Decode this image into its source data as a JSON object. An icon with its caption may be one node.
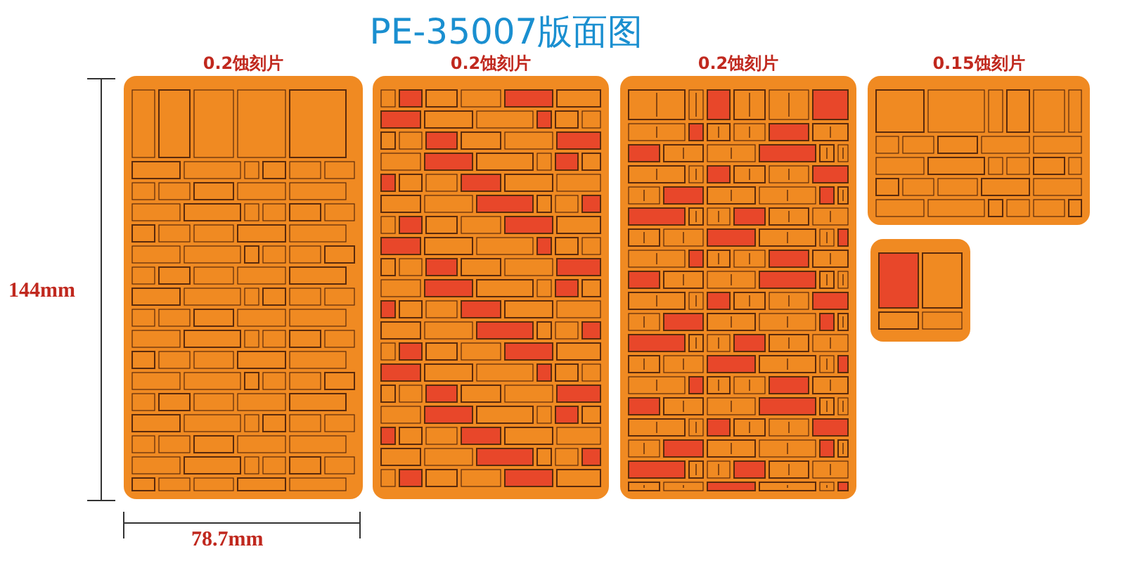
{
  "diagram": {
    "title": "PE-35007版面图",
    "nodes": [
      {
        "text": [],
        "shape": "picture",
        "beside": [
          "0.2蚀刻片"
        ]
      },
      {
        "text": [],
        "shape": "picture",
        "beside": [
          "0.2蚀刻片"
        ]
      },
      {
        "text": [],
        "shape": "picture",
        "beside": [
          "0.2蚀刻片"
        ]
      },
      {
        "text": [],
        "shape": "picture",
        "beside": [
          "0.15蚀刻片"
        ]
      },
      {
        "text": [],
        "shape": "picture"
      }
    ],
    "edges": [],
    "labels": [
      "144mm",
      "78.7mm"
    ]
  }
}
